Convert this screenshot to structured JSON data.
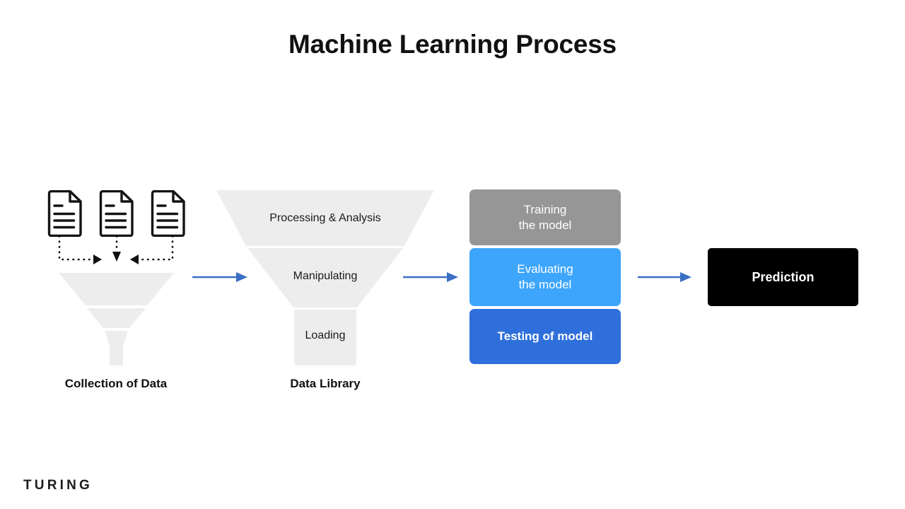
{
  "page": {
    "title": "Machine Learning Process",
    "background_color": "#ffffff",
    "footer_logo": "TURING"
  },
  "colors": {
    "funnel_gray": "#ededed",
    "training_gray": "#969696",
    "evaluating_blue": "#3da5fc",
    "testing_blue": "#2f6fdb",
    "prediction_black": "#000000",
    "arrow_blue": "#3a6fc4",
    "text_dark": "#111111",
    "text_light": "#ffffff"
  },
  "collection": {
    "caption": "Collection of Data",
    "documents": [
      {
        "name": "document-1"
      },
      {
        "name": "document-2"
      },
      {
        "name": "document-3"
      }
    ],
    "connectors": [
      {
        "name": "dotted-arrow-left",
        "direction": "right"
      },
      {
        "name": "dotted-arrow-center",
        "direction": "down"
      },
      {
        "name": "dotted-arrow-right",
        "direction": "left"
      }
    ]
  },
  "data_library": {
    "caption": "Data Library",
    "segments": [
      {
        "label": "Processing & Analysis"
      },
      {
        "label": "Manipulating"
      },
      {
        "label": "Loading"
      }
    ]
  },
  "model_stages": [
    {
      "label": "Training\nthe model",
      "line1": "Training",
      "line2": "the model",
      "color": "#969696"
    },
    {
      "label": "Evaluating\nthe model",
      "line1": "Evaluating",
      "line2": "the model",
      "color": "#3da5fc"
    },
    {
      "label": "Testing of model",
      "line1": "Testing of model",
      "line2": "",
      "color": "#2f6fdb"
    }
  ],
  "prediction": {
    "label": "Prediction"
  },
  "arrows": [
    {
      "name": "arrow-collection-to-library"
    },
    {
      "name": "arrow-library-to-stages"
    },
    {
      "name": "arrow-stages-to-prediction"
    }
  ]
}
